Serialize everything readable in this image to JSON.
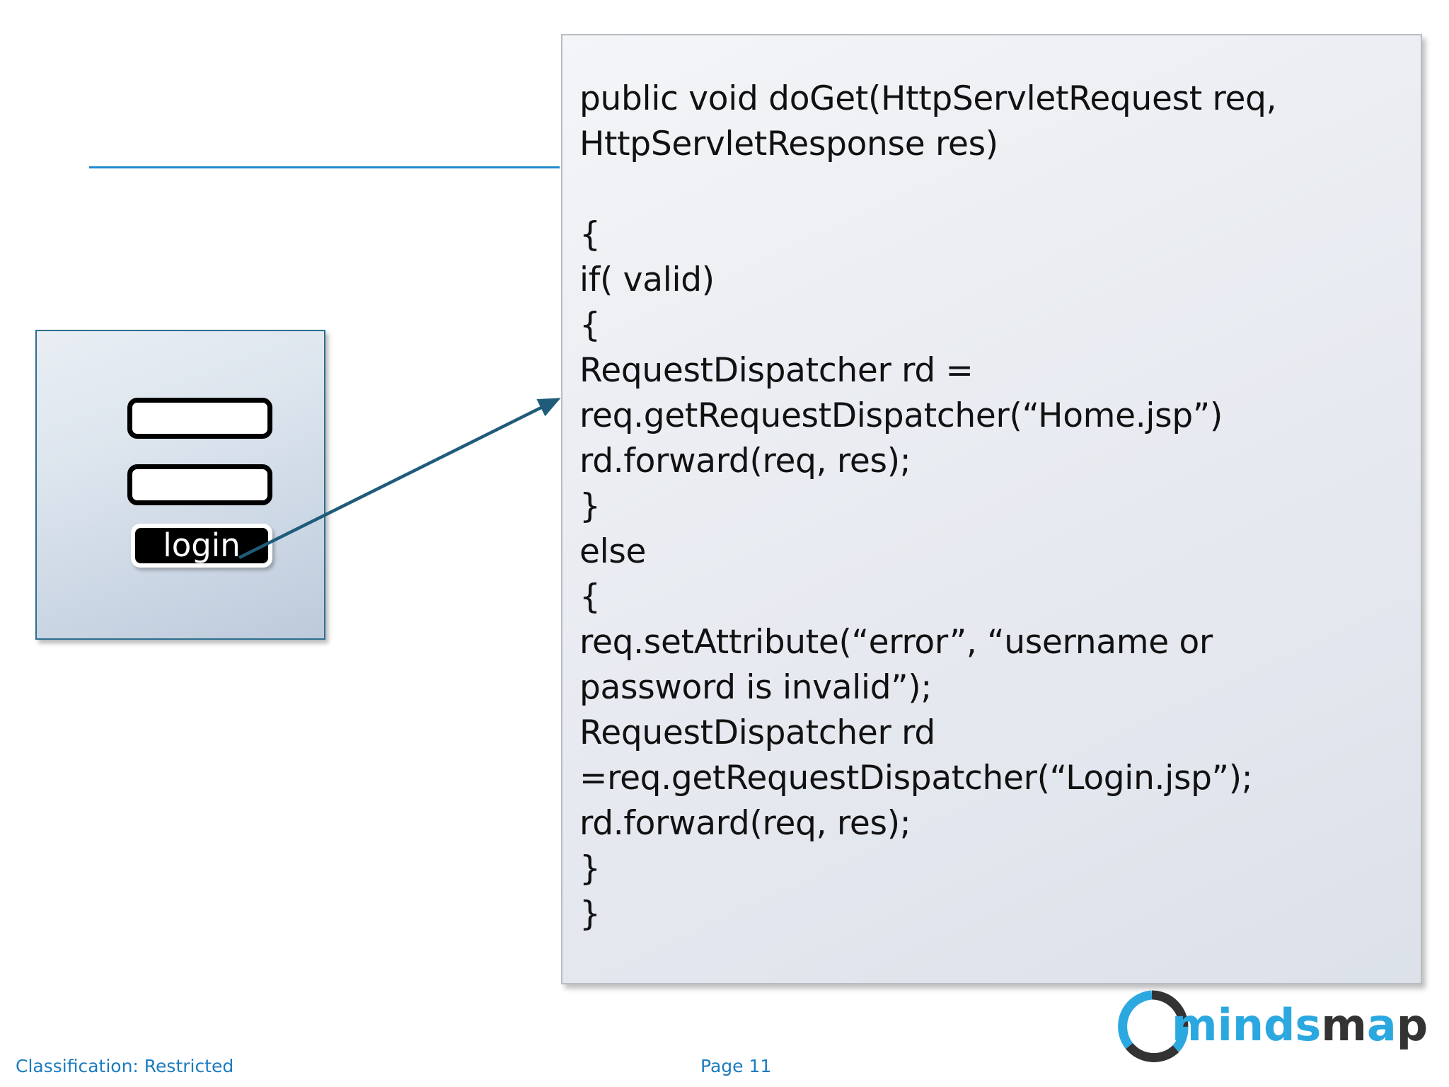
{
  "slide": {
    "decorative_rule_color": "#1F8BD0",
    "arrow_color": "#1F5C7A"
  },
  "login_mock": {
    "name": "login-form-illustration",
    "panel_border_color": "#2E6E8E",
    "fields": [
      {
        "label": "",
        "placeholder": ""
      },
      {
        "label": "",
        "placeholder": ""
      }
    ],
    "button_label": "login",
    "button_bg": "#000000",
    "button_text_color": "#ffffff"
  },
  "code_panel": {
    "background": "#e8ebf1",
    "lines": [
      "public void doGet(HttpServletRequest req,",
      "HttpServletResponse res)",
      "",
      "{",
      "if( valid)",
      "{",
      "RequestDispatcher rd =",
      "req.getRequestDispatcher(“Home.jsp”)",
      "rd.forward(req, res);",
      "}",
      "else",
      "{",
      "req.setAttribute(“error”, “username or",
      "password is invalid”);",
      "RequestDispatcher rd",
      "=req.getRequestDispatcher(“Login.jsp”);",
      "rd.forward(req, res);",
      "}",
      "}"
    ]
  },
  "logo": {
    "text": "mindsmapped",
    "blue": "#2BA8E0",
    "dark": "#333333"
  },
  "footer": {
    "classification": "Classification:  Restricted",
    "page": "Page 11",
    "color": "#1C7CC0"
  }
}
